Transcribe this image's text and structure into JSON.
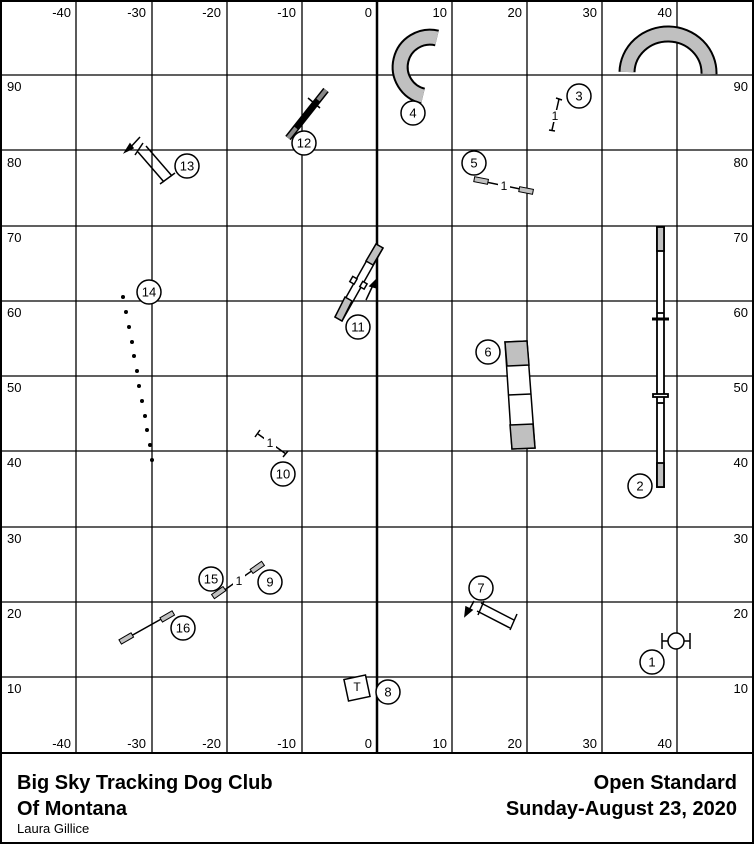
{
  "axes": {
    "x_labels": [
      "-40",
      "-30",
      "-20",
      "-10",
      "0",
      "10",
      "20",
      "30",
      "40"
    ],
    "y_labels": [
      "90",
      "80",
      "70",
      "60",
      "50",
      "40",
      "30",
      "20",
      "10"
    ]
  },
  "course": {
    "numbers": [
      "1",
      "2",
      "3",
      "4",
      "5",
      "6",
      "7",
      "8",
      "9",
      "10",
      "11",
      "12",
      "13",
      "14",
      "15",
      "16"
    ],
    "jump_label": "1",
    "table_label": "T",
    "colors": {
      "contact": "#c0c0c0",
      "tunnel": "#c0c0c0",
      "line": "#000000"
    }
  },
  "footer": {
    "club_line1": "Big Sky Tracking Dog Club",
    "club_line2": "Of Montana",
    "designer": "Laura Gillice",
    "class_name": "Open Standard",
    "date": "Sunday-August 23, 2020"
  }
}
